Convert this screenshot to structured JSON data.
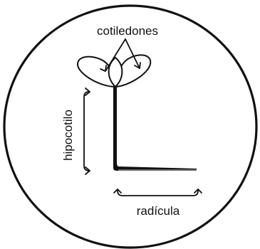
{
  "labels": {
    "cotyledons": "cotiledones",
    "hypocotyl": "hipocotilo",
    "radicle": "radícula"
  }
}
